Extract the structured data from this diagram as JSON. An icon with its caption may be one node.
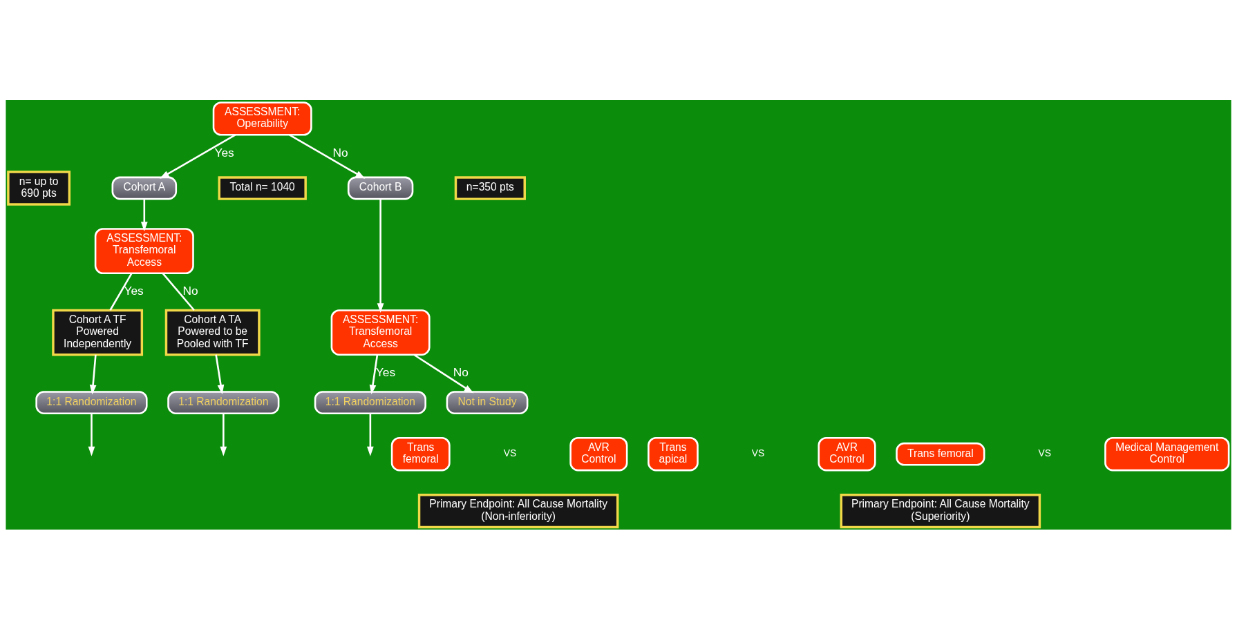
{
  "diagram": {
    "nodes": [
      {
        "text": [
          "ASSESSMENT: Operability"
        ]
      },
      {
        "text": [
          "Cohort A"
        ]
      },
      {
        "text": [
          "n= up to 690 pts"
        ]
      },
      {
        "text": [
          "Total n= 1040"
        ]
      },
      {
        "text": [
          "Cohort B"
        ]
      },
      {
        "text": [
          "n=350 pts"
        ]
      },
      {
        "text": [
          "ASSESSMENT: Transfemoral Access"
        ]
      },
      {
        "text": [
          "Cohort A TF Powered Independently"
        ]
      },
      {
        "text": [
          "Cohort A TA Powered to be Pooled with TF"
        ]
      },
      {
        "text": [
          "ASSESSMENT: Transfemoral Access"
        ]
      },
      {
        "text": [
          "1:1 Randomization"
        ]
      },
      {
        "text": [
          "1:1 Randomization"
        ]
      },
      {
        "text": [
          "1:1 Randomization"
        ]
      },
      {
        "text": [
          "Not in Study"
        ]
      },
      {
        "text": [
          "Trans femoral"
        ]
      },
      {
        "text": [
          "AVR Control"
        ]
      },
      {
        "text": [
          "Trans apical"
        ]
      },
      {
        "text": [
          "AVR Control"
        ]
      },
      {
        "text": [
          "Trans femoral"
        ]
      },
      {
        "text": [
          "Medical Management Control"
        ]
      },
      {
        "text": [
          "Primary Endpoint: All Cause Mortality (Non-inferiority)"
        ]
      },
      {
        "text": [
          "Primary Endpoint: All Cause Mortality (Superiority)"
        ]
      }
    ],
    "edges": [
      {
        "from": 0,
        "to": 1,
        "arrow": "to",
        "label": "Yes"
      },
      {
        "from": 0,
        "to": 4,
        "arrow": "to",
        "label": "No"
      },
      {
        "from": 1,
        "to": 6,
        "arrow": "to"
      },
      {
        "from": 6,
        "to": 7,
        "arrow": "none",
        "label": "Yes"
      },
      {
        "from": 6,
        "to": 8,
        "arrow": "none",
        "label": "No"
      },
      {
        "from": 7,
        "to": 10,
        "arrow": "to"
      },
      {
        "from": 8,
        "to": 11,
        "arrow": "to"
      },
      {
        "from": 4,
        "to": 9,
        "arrow": "to"
      },
      {
        "from": 9,
        "to": 12,
        "arrow": "to",
        "label": "Yes"
      },
      {
        "from": 9,
        "to": 13,
        "arrow": "to",
        "label": "No"
      },
      {
        "from": 10,
        "to": null,
        "arrow": "to"
      },
      {
        "from": 11,
        "to": null,
        "arrow": "to"
      },
      {
        "from": 12,
        "to": null,
        "arrow": "to"
      }
    ],
    "labels": [
      "VS",
      "VS",
      "VS"
    ]
  }
}
